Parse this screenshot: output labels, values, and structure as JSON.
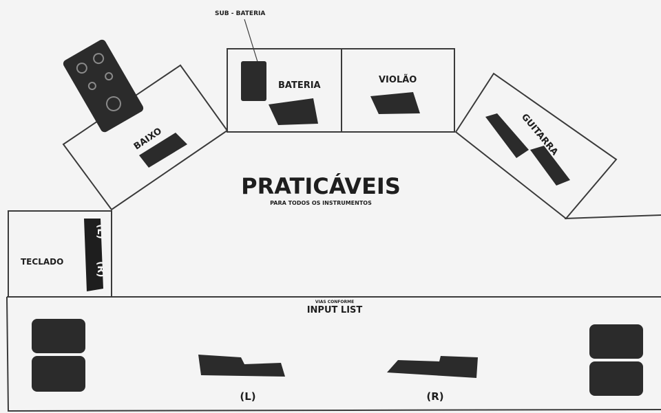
{
  "labels": {
    "sub_bateria": "SUB - BATERIA",
    "bateria": "BATERIA",
    "violao": "VIOLÃO",
    "baixo": "BAIXO",
    "guitarra": "GUITARRA",
    "teclado": "TECLADO",
    "teclado_left": "(L)",
    "teclado_right": "(R)",
    "title": "PRATICÁVEIS",
    "subtitle": "PARA TODOS OS INSTRUMENTOS",
    "input_small": "VIAS CONFORME",
    "input_main": "INPUT LIST",
    "monitor_left": "(L)",
    "monitor_right": "(R)"
  },
  "colors": {
    "line": "#3a3a3a",
    "ink": "#1e1e1e",
    "equipment": "#2b2b2b",
    "background": "#f4f4f4"
  }
}
